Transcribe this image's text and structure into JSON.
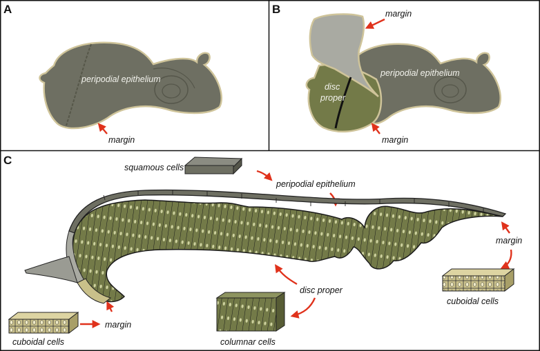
{
  "panels": [
    {
      "letter": "A"
    },
    {
      "letter": "B"
    },
    {
      "letter": "C"
    }
  ],
  "panel_a": {
    "center_label": "peripodial epithelium",
    "margin_label": "margin"
  },
  "panel_b": {
    "top_margin_label": "margin",
    "center_label": "peripodial epithelium",
    "disc_label_line1": "disc",
    "disc_label_line2": "proper",
    "bottom_margin_label": "margin"
  },
  "panel_c": {
    "squamous_label": "squamous cells",
    "peripodial_label": "peripodial epithelium",
    "margin_right_label": "margin",
    "cuboidal_right_label": "cuboidal cells",
    "disc_proper_label": "disc proper",
    "columnar_label": "columnar cells",
    "margin_left_label": "margin",
    "cuboidal_left_label": "cuboidal cells"
  },
  "colors": {
    "peripodial_gray": "#6e6f62",
    "disc_green": "#737a48",
    "cuboidal_tan": "#c9c08a",
    "arrow_red": "#e0321c",
    "outline": "#1a1a1a"
  }
}
